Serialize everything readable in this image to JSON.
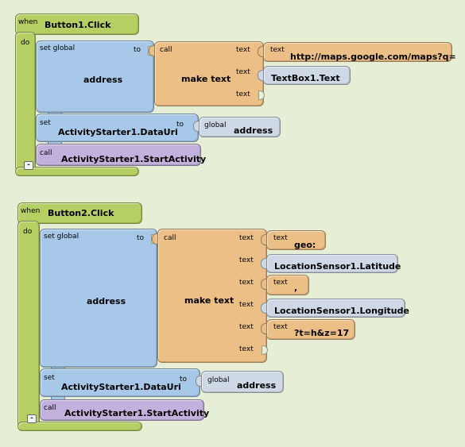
{
  "group1": {
    "event": {
      "when": "when",
      "name": "Button1.Click",
      "do": "do"
    },
    "set_global": {
      "label": "set global",
      "var": "address",
      "to": "to"
    },
    "make_text": {
      "call": "call",
      "label": "make text",
      "arg_labels": [
        "text",
        "text",
        "text"
      ]
    },
    "args": [
      {
        "kind": "text",
        "tag": "text",
        "value": "http://maps.google.com/maps?q="
      },
      {
        "kind": "component",
        "value": "TextBox1.Text"
      }
    ],
    "set_prop": {
      "set": "set",
      "prop": "ActivityStarter1.DataUri",
      "to": "to",
      "global": "global",
      "var": "address"
    },
    "call_method": {
      "call": "call",
      "method": "ActivityStarter1.StartActivity"
    },
    "collapse": "-"
  },
  "group2": {
    "event": {
      "when": "when",
      "name": "Button2.Click",
      "do": "do"
    },
    "set_global": {
      "label": "set global",
      "var": "address",
      "to": "to"
    },
    "make_text": {
      "call": "call",
      "label": "make text",
      "arg_labels": [
        "text",
        "text",
        "text",
        "text",
        "text",
        "text"
      ]
    },
    "args": [
      {
        "kind": "text",
        "tag": "text",
        "value": "geo:"
      },
      {
        "kind": "component",
        "value": "LocationSensor1.Latitude"
      },
      {
        "kind": "text",
        "tag": "text",
        "value": ","
      },
      {
        "kind": "component",
        "value": "LocationSensor1.Longitude"
      },
      {
        "kind": "text",
        "tag": "text",
        "value": "?t=h&z=17"
      }
    ],
    "set_prop": {
      "set": "set",
      "prop": "ActivityStarter1.DataUri",
      "to": "to",
      "global": "global",
      "var": "address"
    },
    "call_method": {
      "call": "call",
      "method": "ActivityStarter1.StartActivity"
    },
    "collapse": "-"
  },
  "colors": {
    "event": "#b5cf63",
    "variable": "#a7c8e8",
    "text_call": "#ecbf86",
    "component_call": "#c2b1dc",
    "getter": "#cfd9e6",
    "workspace": "#e6eed6"
  }
}
